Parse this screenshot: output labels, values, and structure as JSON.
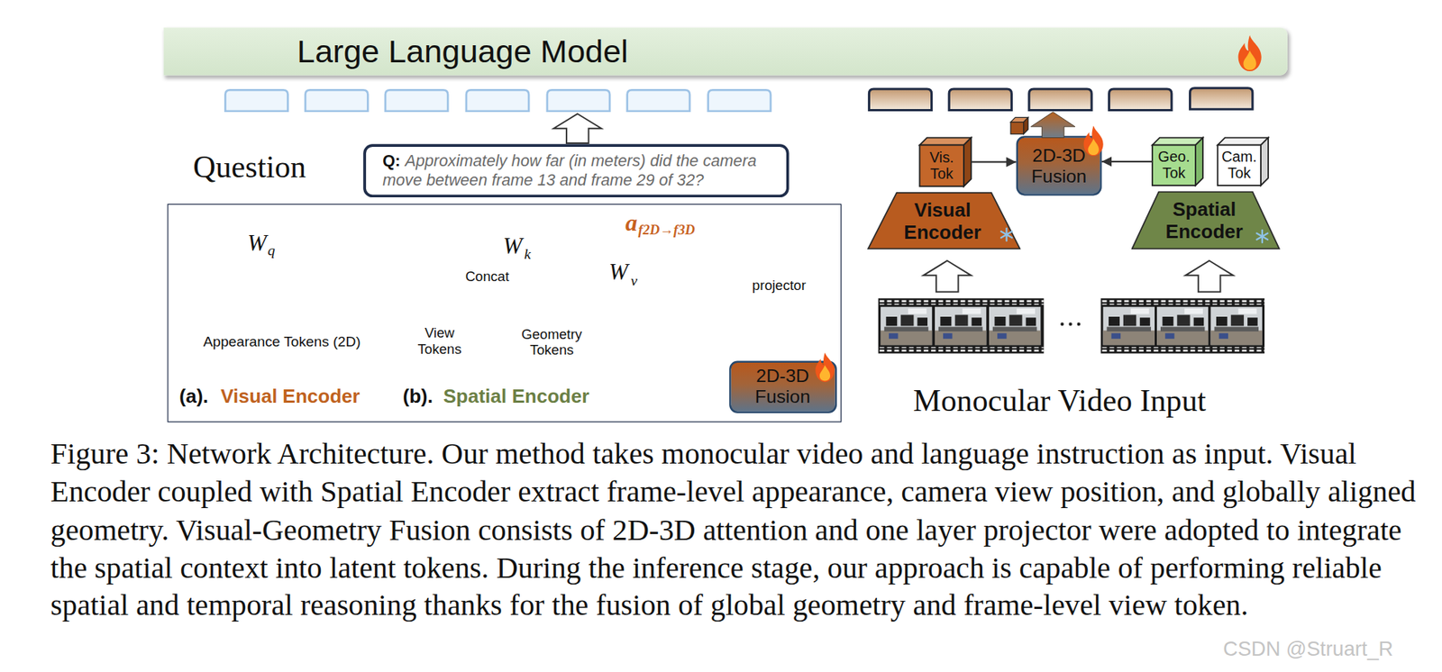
{
  "diagram": {
    "caption": "Figure 3: Network Architecture. Our method takes monocular video and language instruction as input. Visual Encoder coupled with Spatial Encoder extract frame-level appearance, camera view position, and globally aligned geometry. Visual-Geometry Fusion consists of 2D-3D attention and one layer projector were adopted to integrate the spatial context into latent tokens. During the inference stage, our approach is capable of performing reliable spatial and temporal reasoning thanks for the fusion of global geometry and frame-level view token.",
    "nodes": [
      {
        "text": [
          "Large Language Model"
        ]
      },
      {
        "text": [
          "Q:",
          "Approximately how far (in meters) did the camera move between frame 13 and frame 29 of 32?"
        ]
      },
      {
        "text": [
          "(a).",
          "Visual Encoder",
          "(b).",
          "Spatial Encoder"
        ]
      },
      {
        "text": [
          "2D-3D Fusion"
        ],
        "in": 2
      },
      {
        "text": [
          "Vis. Tok"
        ]
      },
      {
        "text": [
          "Visual Encoder"
        ]
      },
      {
        "text": [
          "2D-3D Fusion"
        ]
      },
      {
        "text": [
          "Geo. Tok"
        ]
      },
      {
        "text": [
          "Cam. Tok"
        ]
      },
      {
        "text": [
          "Spatial Encoder"
        ]
      }
    ],
    "edges": [
      {
        "from": 4,
        "to": 6,
        "arrow": "to"
      },
      {
        "from": 7,
        "to": 6,
        "arrow": "to"
      }
    ],
    "labels": [
      "Question",
      "W",
      "q",
      "W",
      "k",
      "W",
      "v",
      "a",
      "f2D→f3D",
      "Concat",
      "Appearance Tokens (2D)",
      "View Tokens",
      "Geometry Tokens",
      "projector",
      "Monocular Video Input",
      "CSDN @Struart_R"
    ]
  }
}
